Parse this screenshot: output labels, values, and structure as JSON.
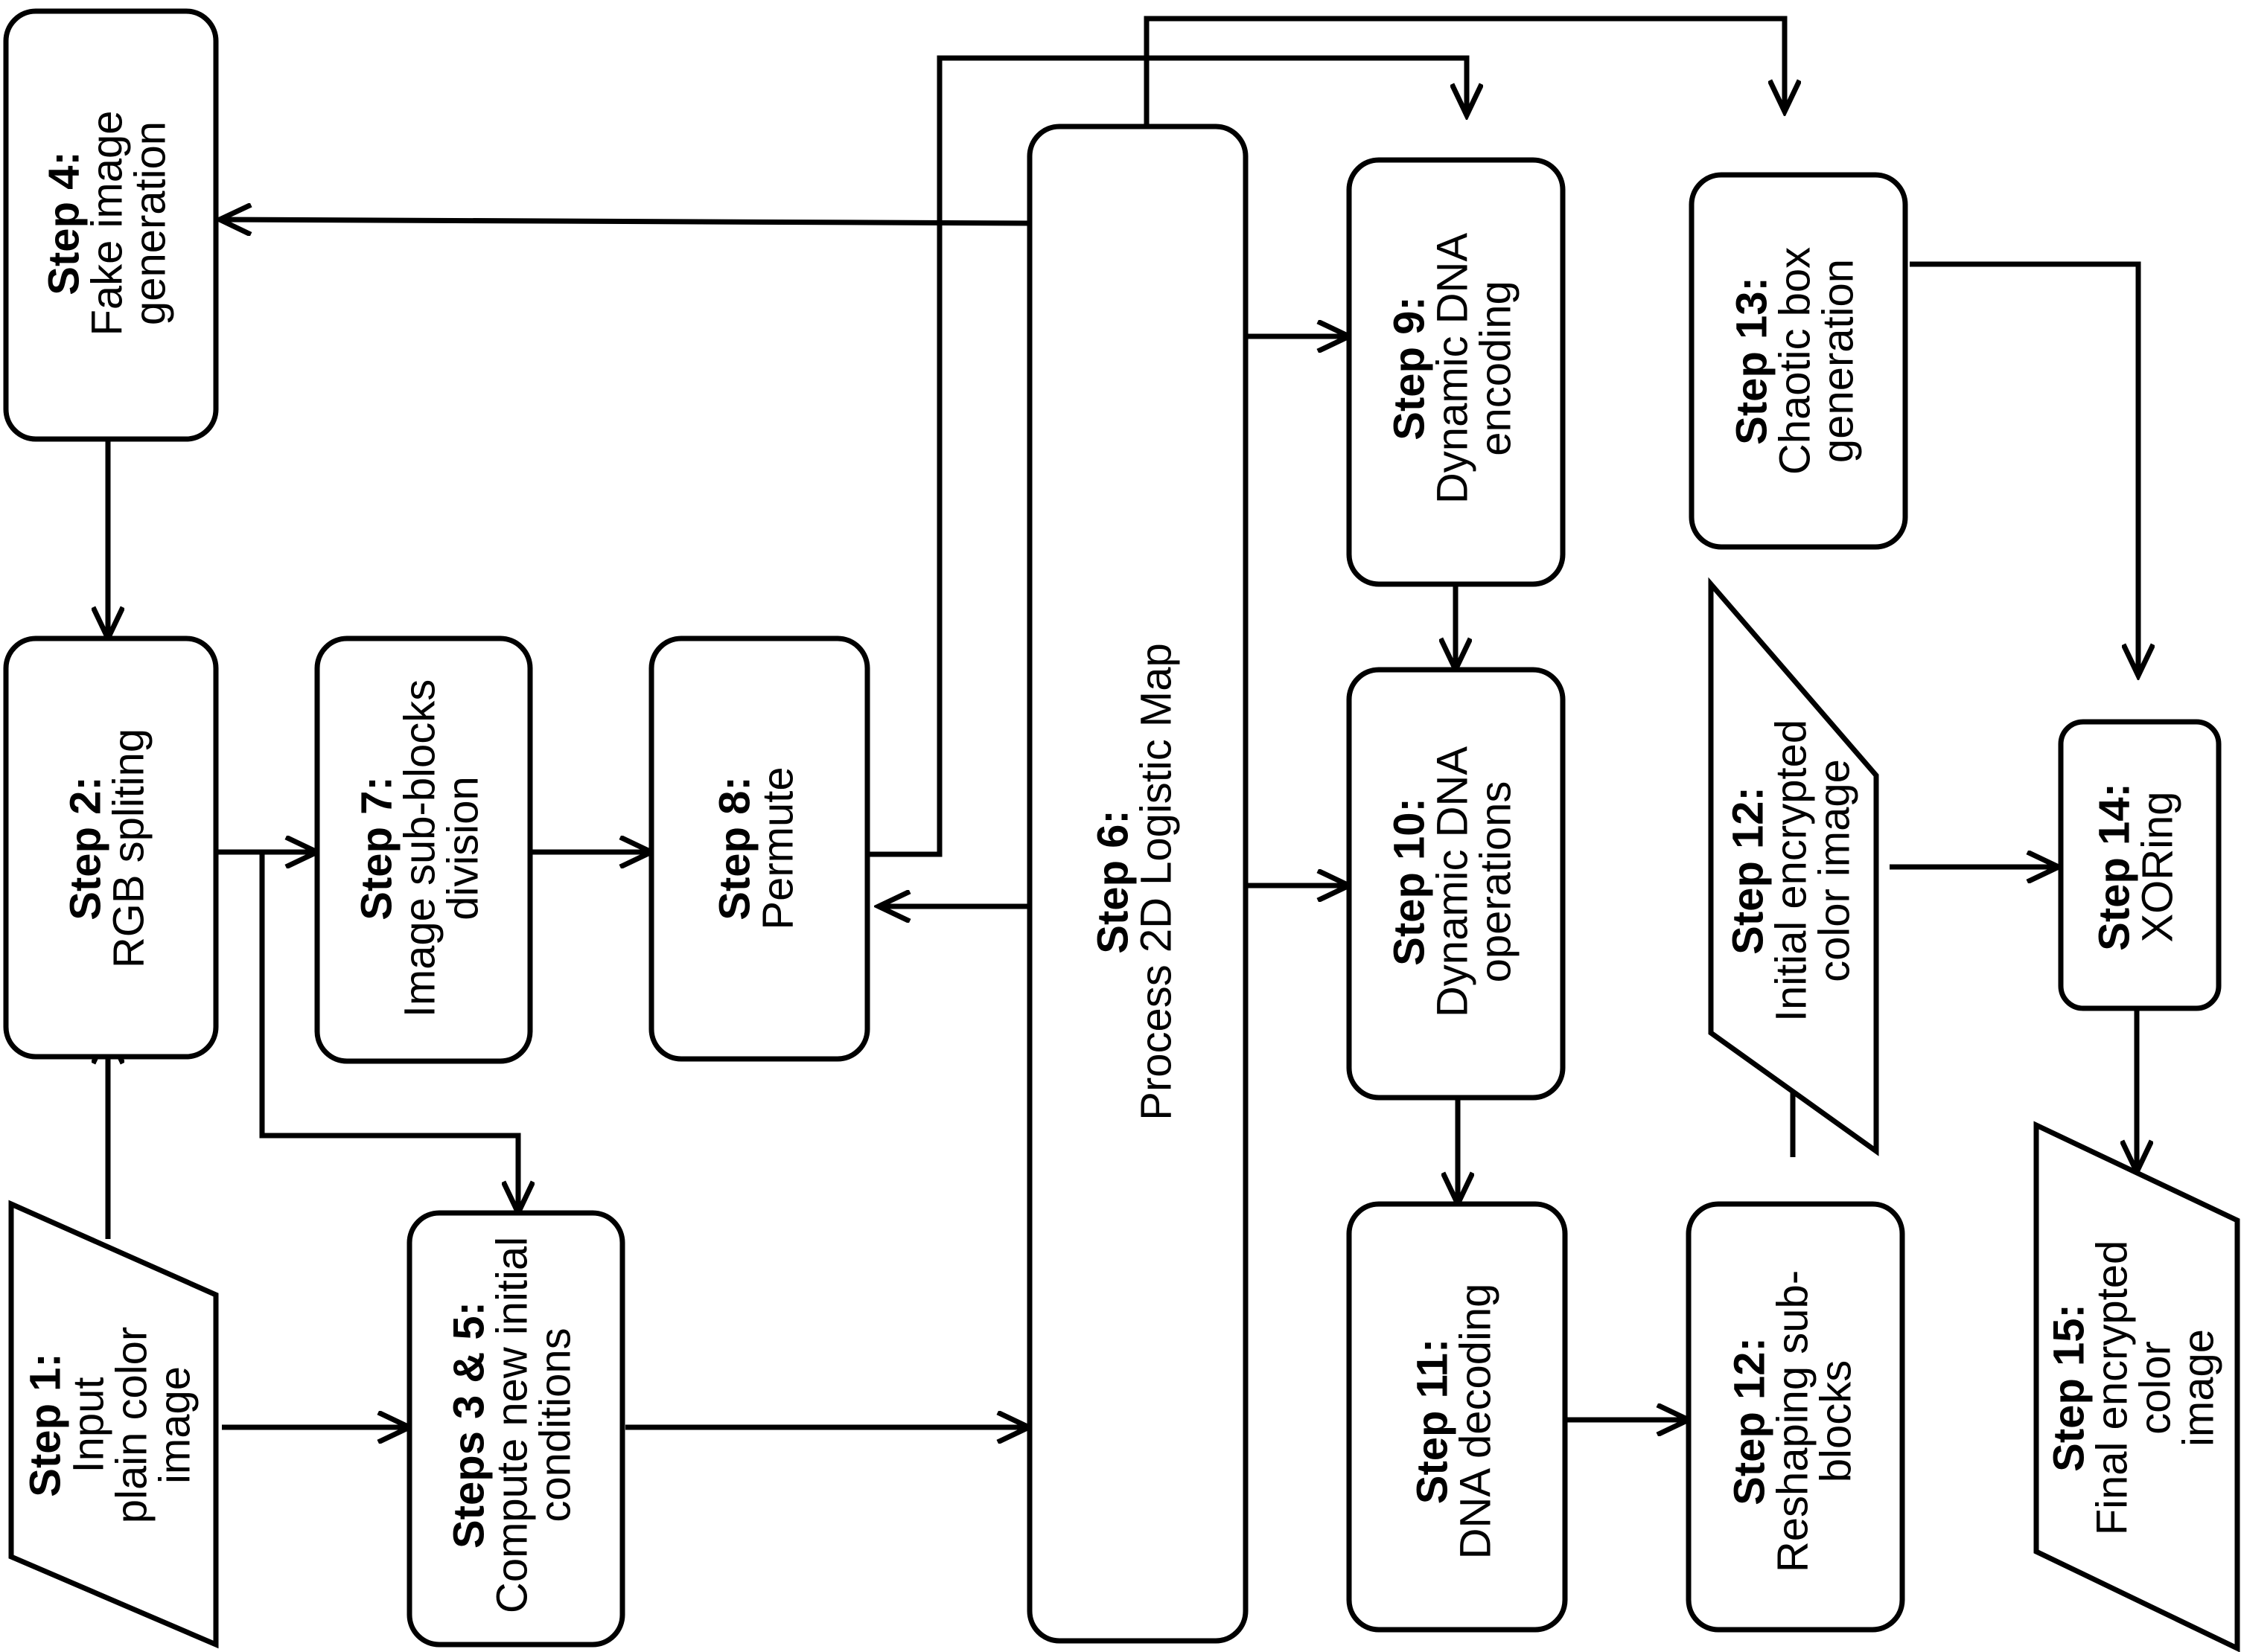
{
  "nodes": {
    "step1": {
      "step": "Step 1:",
      "lines": [
        "Input",
        "plain color",
        "image"
      ]
    },
    "step2": {
      "step": "Step 2:",
      "lines": [
        "RGB spliting"
      ]
    },
    "step4": {
      "step": "Step 4:",
      "lines": [
        "Fake image",
        "generation"
      ]
    },
    "step7": {
      "step": "Step 7:",
      "lines": [
        "Image sub-blocks",
        "division"
      ]
    },
    "step35": {
      "step": "Steps 3 & 5:",
      "lines": [
        "Compute new initial",
        "conditions"
      ]
    },
    "step8": {
      "step": "Step 8:",
      "lines": [
        "Permute"
      ]
    },
    "step6": {
      "step": "Step 6:",
      "lines": [
        "Process 2D Logistic Map"
      ]
    },
    "step9": {
      "step": "Step 9:",
      "lines": [
        "Dynamic DNA",
        "encoding"
      ]
    },
    "step10": {
      "step": "Step 10:",
      "lines": [
        "Dynamic DNA",
        "operations"
      ]
    },
    "step11": {
      "step": "Step 11:",
      "lines": [
        "DNA decoding"
      ]
    },
    "step12a": {
      "step": "Step 12:",
      "lines": [
        "Reshaping sub-",
        "blocks"
      ]
    },
    "step12b": {
      "step": "Step 12:",
      "lines": [
        "Initial encrypted",
        "color image"
      ]
    },
    "step13": {
      "step": "Step 13:",
      "lines": [
        "Chaotic box",
        "generation"
      ]
    },
    "step14": {
      "step": "Step 14:",
      "lines": [
        "XORing"
      ]
    },
    "step15": {
      "step": "Step 15:",
      "lines": [
        "Final encrypted",
        "color",
        "image"
      ]
    }
  }
}
